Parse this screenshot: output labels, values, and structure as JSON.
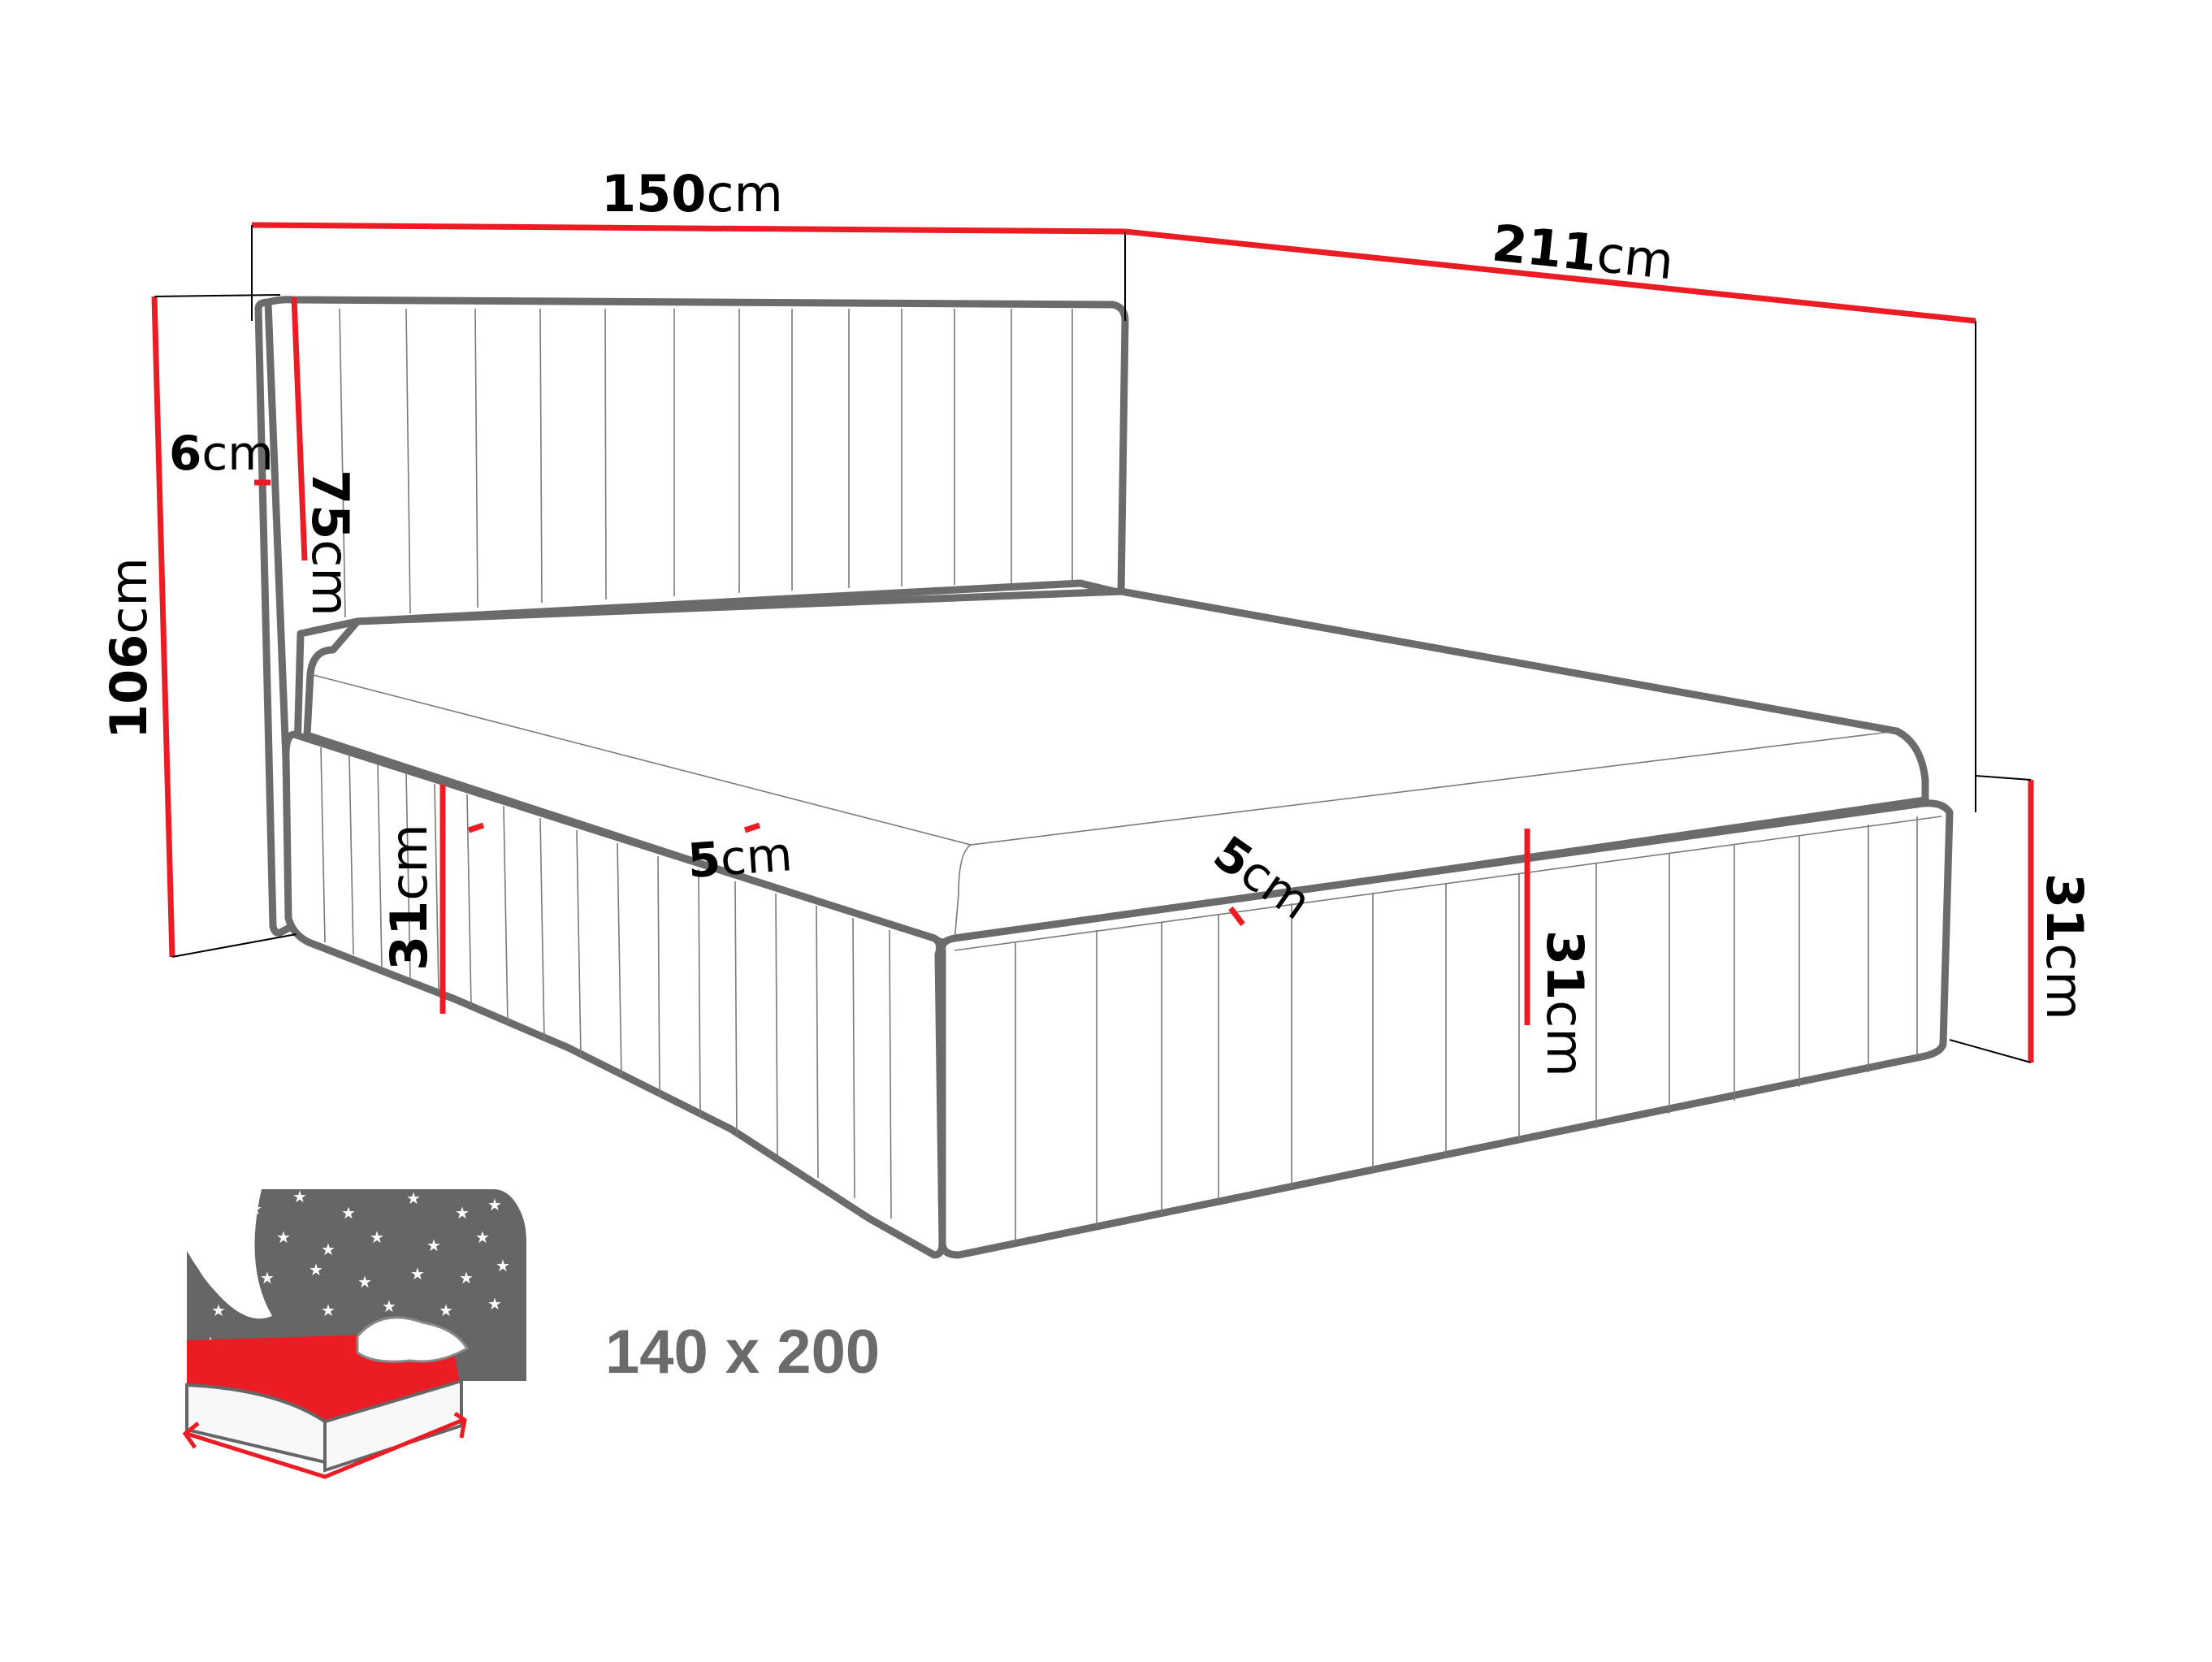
{
  "diagram": {
    "subject": "Upholstered bed with vertical channel tufting — dimension drawing",
    "colors": {
      "dimension_line": "#ec1c24",
      "outline": "#6b6b6b",
      "icon_gray": "#666666",
      "icon_red": "#ec1c24",
      "background": "#ffffff"
    },
    "dimensions": {
      "width": {
        "value": "150",
        "unit": "cm",
        "label": "150cm"
      },
      "length": {
        "value": "211",
        "unit": "cm",
        "label": "211cm"
      },
      "total_height": {
        "value": "106",
        "unit": "cm",
        "label": "106cm"
      },
      "headboard_thickness": {
        "value": "6",
        "unit": "cm",
        "label": "6cm"
      },
      "headboard_height": {
        "value": "75",
        "unit": "cm",
        "label": "75cm"
      },
      "side_rail_height_left": {
        "value": "31",
        "unit": "cm",
        "label": "31cm"
      },
      "foot_rail_height": {
        "value": "31",
        "unit": "cm",
        "label": "31cm"
      },
      "side_rail_height_right": {
        "value": "31",
        "unit": "cm",
        "label": "31cm"
      },
      "side_rail_thickness": {
        "value": "5",
        "unit": "cm",
        "label": "5cm"
      },
      "foot_rail_thickness": {
        "value": "5",
        "unit": "cm",
        "label": "5cm"
      }
    },
    "mattress_icon": {
      "name": "mattress-size-icon",
      "size_label": "140 x 200"
    }
  }
}
